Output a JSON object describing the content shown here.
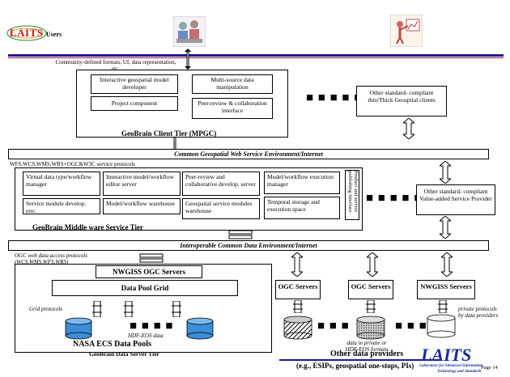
{
  "logo": {
    "text": "LAITS"
  },
  "users_label": "Users",
  "community_formats": "Community-defined formats, UI, data representation, etc.",
  "client_tier": {
    "title": "GeoBrain Client Tier (MPGC)",
    "cells": [
      "Interactive geospatial model developer",
      "Multi-source data manipulation",
      "Project component",
      "Peer-review & collaboration interface"
    ]
  },
  "other_clients": "Other standard- compliant thin/Thick Geosptial clients",
  "cgwse_bar": "Common Geospatial Web Service Environment/Internet",
  "wfs_label": "WFS,WCS,WMS,WRS+OGC&W3C service protocols",
  "middleware": {
    "title": "GeoBrain Middle ware Service Tier",
    "cells": [
      "Virtual data type/workflow manager",
      "Interactive model/workflow editor server",
      "Peer-review and collaborative develop. server",
      "Model/workflow execution manager",
      "Service module develop. env.",
      "Model/workflow warehouse",
      "Geospatial service modules warehouse",
      "Temporal storage and execution space",
      "Product and service publishing interface"
    ]
  },
  "other_value_added": "Other standard- compliant Value-added Service Provider",
  "icde_bar": "Interoperable Common Data Environment/Internet",
  "ogc_access": "OGC web data access protocols (WCS,WMS,WFS,WRS)",
  "data_server": {
    "nwgiss": "NWGISS OGC Servers",
    "pool_grid": "Data Pool Grid",
    "grid_protocols": "Grid protocols",
    "hdf": "HDF-EOS data",
    "pools": "NASA ECS Data Pools",
    "tier": "GeoBrain Data Server Tier"
  },
  "providers": {
    "servers": [
      "OGC Servers",
      "OGC Servers",
      "NWGISS Servers"
    ],
    "private_protocols": "private protocols by data providers",
    "data_private": "data in private or HDF-EOS formats",
    "other": "Other data providers",
    "examples": "(e.g., ESIPs, geospatial one-stops, PIs)"
  },
  "footer": {
    "brand": "LAITS",
    "sub1": "Laboratory for Advanced Information",
    "sub2": "Technology and Standards",
    "page": "Page 14"
  },
  "colors": {
    "logo_red": "#d01a1a",
    "line_blue": "#1a1a9a",
    "line_red": "#b01030",
    "brand_blue": "#1a2e9a",
    "cyl_blue": "#3b8ed8"
  }
}
